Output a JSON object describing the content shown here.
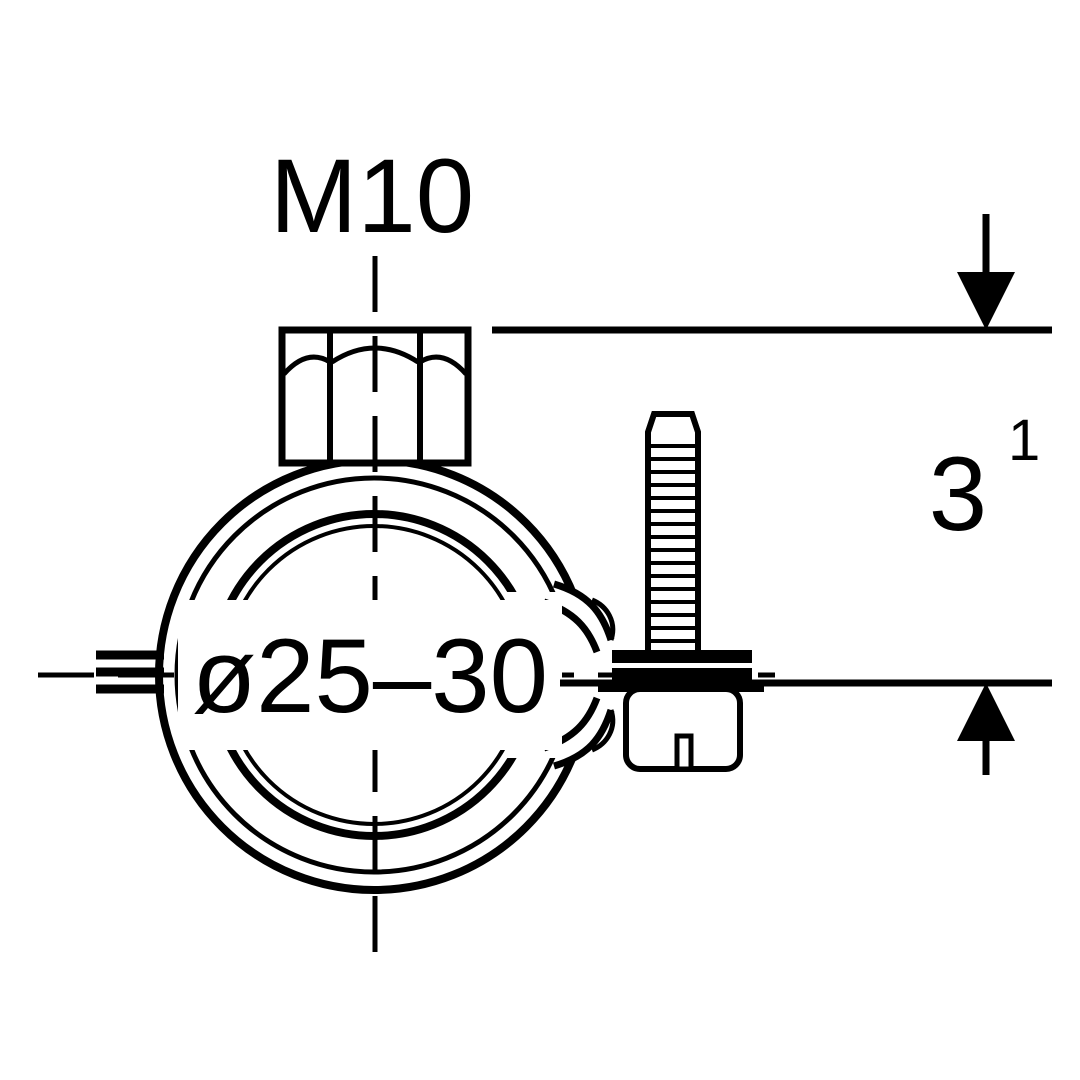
{
  "title": "pipe-clamp-technical-drawing",
  "colors": {
    "ink": "#000000",
    "background": "#ffffff"
  },
  "labels": {
    "thread_size": "M10",
    "diameter_range": "ø25–30",
    "dimension_value": "3",
    "dimension_footnote": "1"
  }
}
